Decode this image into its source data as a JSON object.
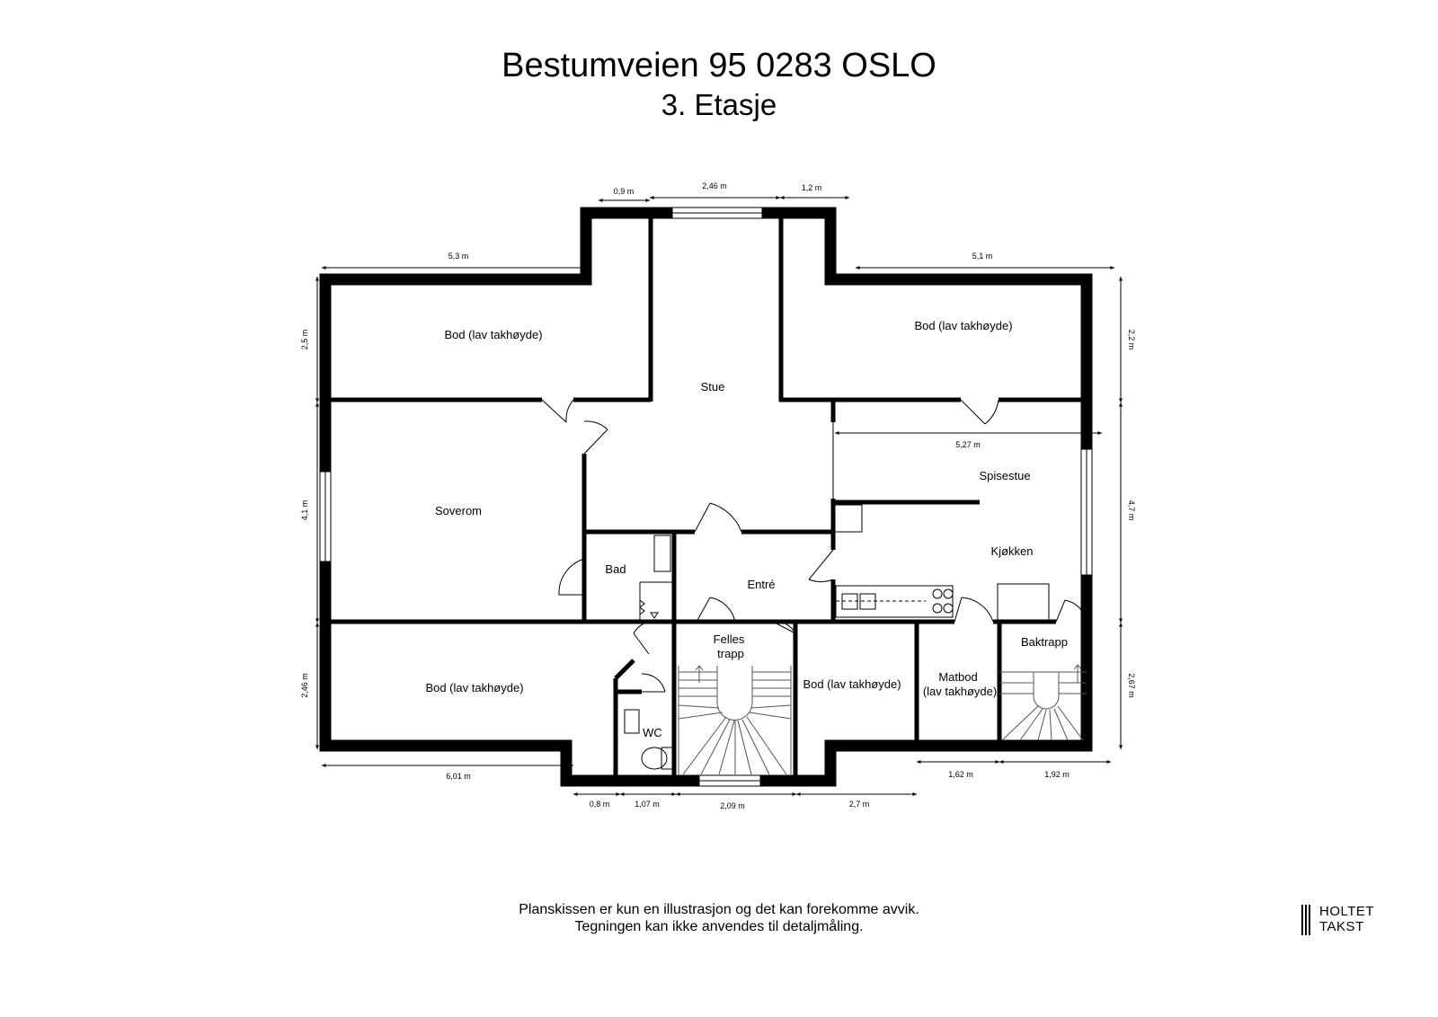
{
  "header": {
    "address": "Bestumveien 95 0283 OSLO",
    "floor": "3. Etasje"
  },
  "rooms": {
    "bod_nw": "Bod (lav takhøyde)",
    "stue": "Stue",
    "bod_ne": "Bod (lav takhøyde)",
    "soverom": "Soverom",
    "spisestue": "Spisestue",
    "kjokken": "Kjøkken",
    "bad": "Bad",
    "entre": "Entré",
    "felles_line1": "Felles",
    "felles_line2": "trapp",
    "baktrapp": "Baktrapp",
    "bod_sw": "Bod (lav takhøyde)",
    "bod_s": "Bod (lav takhøyde)",
    "matbod_line1": "Matbod",
    "matbod_line2": "(lav takhøyde)",
    "wc": "WC"
  },
  "dimensions": {
    "top_09": "0,9 m",
    "top_246": "2,46 m",
    "top_12": "1,2 m",
    "top_53": "5,3 m",
    "top_51": "5,1 m",
    "left_25": "2,5 m",
    "left_41": "4,1 m",
    "left_246": "2,46 m",
    "right_22": "2,2 m",
    "right_47": "4,7 m",
    "right_267": "2,67 m",
    "inner_527": "5,27 m",
    "bottom_601": "6,01 m",
    "bottom_08": "0,8 m",
    "bottom_107": "1,07 m",
    "bottom_209": "2,09 m",
    "bottom_27": "2,7 m",
    "bottom_162": "1,62 m",
    "bottom_192": "1,92 m"
  },
  "footer": {
    "line1": "Planskissen er kun en illustrasjon og det kan forekomme avvik.",
    "line2": "Tegningen kan ikke anvendes til detaljmåling."
  },
  "logo": {
    "line1": "HOLTET",
    "line2": "TAKST"
  }
}
